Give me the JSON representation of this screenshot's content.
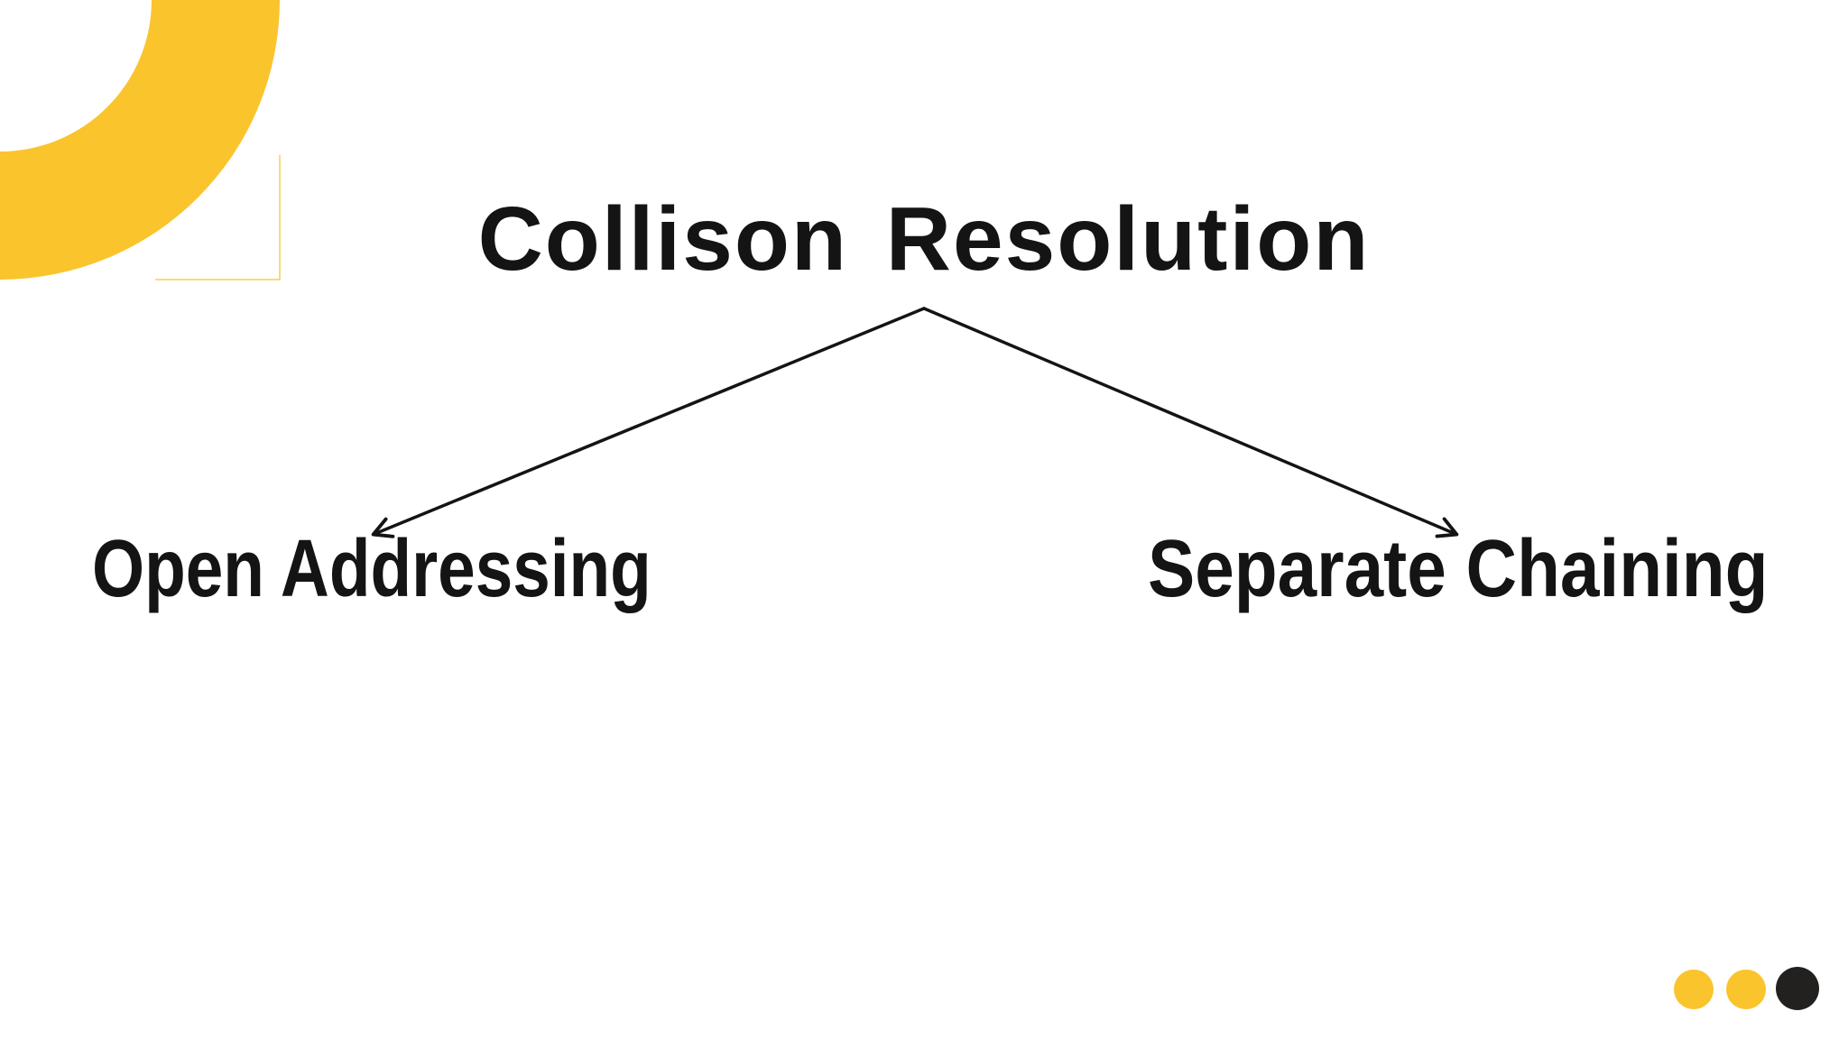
{
  "slide": {
    "title": "Collison Resolution",
    "nodes": [
      {
        "label": "Open Addressing"
      },
      {
        "label": "Separate Chaining"
      }
    ],
    "diagram": {
      "type": "tree",
      "root": "Collison Resolution",
      "children": [
        "Open Addressing",
        "Separate Chaining"
      ]
    }
  },
  "colors": {
    "accent": "#FAC42C",
    "ink": "#141414",
    "dark-dot": "#232020",
    "background": "#FFFFFF"
  },
  "decorations": {
    "corner": "yellow-quarter-ring-with-thin-square-bracket",
    "pagination_dots": [
      {
        "color": "#FAC42C"
      },
      {
        "color": "#FAC42C"
      },
      {
        "color": "#232020"
      }
    ]
  }
}
